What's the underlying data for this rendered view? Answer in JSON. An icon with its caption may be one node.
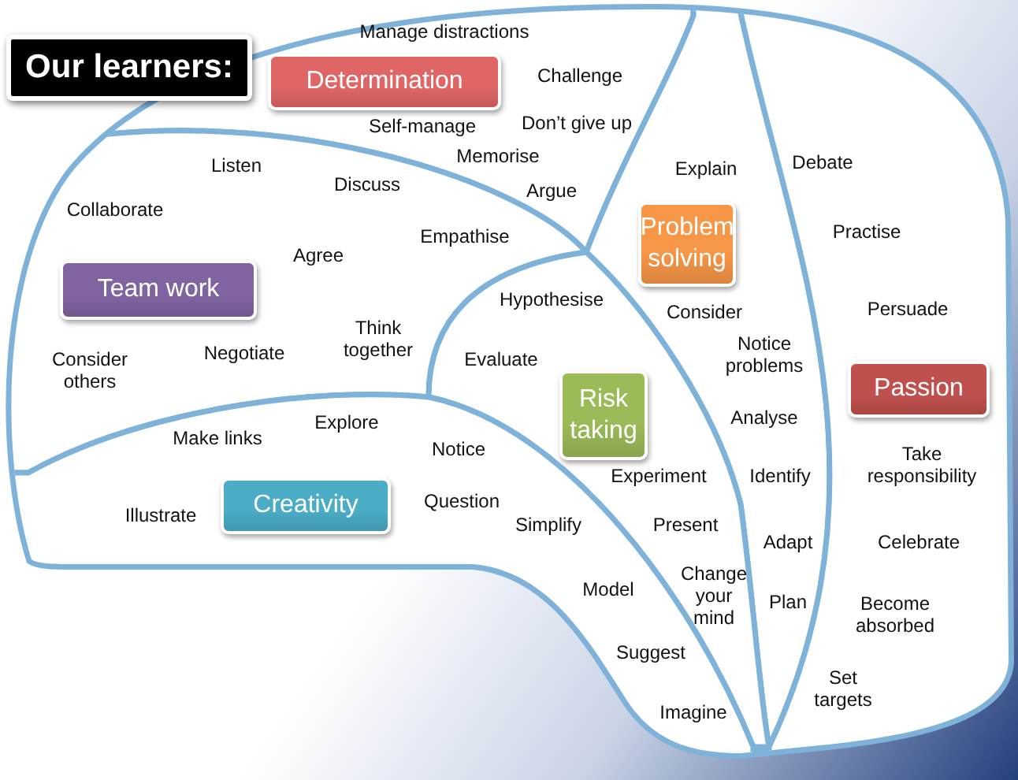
{
  "diagram": {
    "nodes": [
      {
        "text": [
          "Our learners:"
        ]
      },
      {
        "text": [
          "Manage distractions",
          "Challenge",
          "Self-manage",
          "Don’t give up",
          "Memorise",
          "Argue"
        ]
      },
      {
        "text": [
          "Determination"
        ],
        "in": 1
      },
      {
        "text": [
          "Listen",
          "Discuss",
          "Collaborate",
          "Agree",
          "Empathise",
          "Consider others",
          "Negotiate",
          "Think together"
        ]
      },
      {
        "text": [
          "Team work"
        ],
        "in": 3
      },
      {
        "text": [
          "Explain",
          "Consider",
          "Notice problems",
          "Analyse",
          "Identify",
          "Adapt",
          "Plan"
        ]
      },
      {
        "text": [
          "Problem solving"
        ],
        "in": 5
      },
      {
        "text": [
          "Hypothesise",
          "Evaluate",
          "Experiment",
          "Present",
          "Change your mind"
        ]
      },
      {
        "text": [
          "Risk taking"
        ],
        "in": 7
      },
      {
        "text": [
          "Debate",
          "Practise",
          "Persuade",
          "Take responsibility",
          "Celebrate",
          "Become absorbed",
          "Set targets"
        ]
      },
      {
        "text": [
          "Passion"
        ],
        "in": 9
      },
      {
        "text": [
          "Make links",
          "Explore",
          "Notice",
          "Question",
          "Illustrate",
          "Simplify",
          "Model",
          "Suggest",
          "Imagine"
        ]
      },
      {
        "text": [
          "Creativity"
        ],
        "in": 11
      }
    ]
  }
}
